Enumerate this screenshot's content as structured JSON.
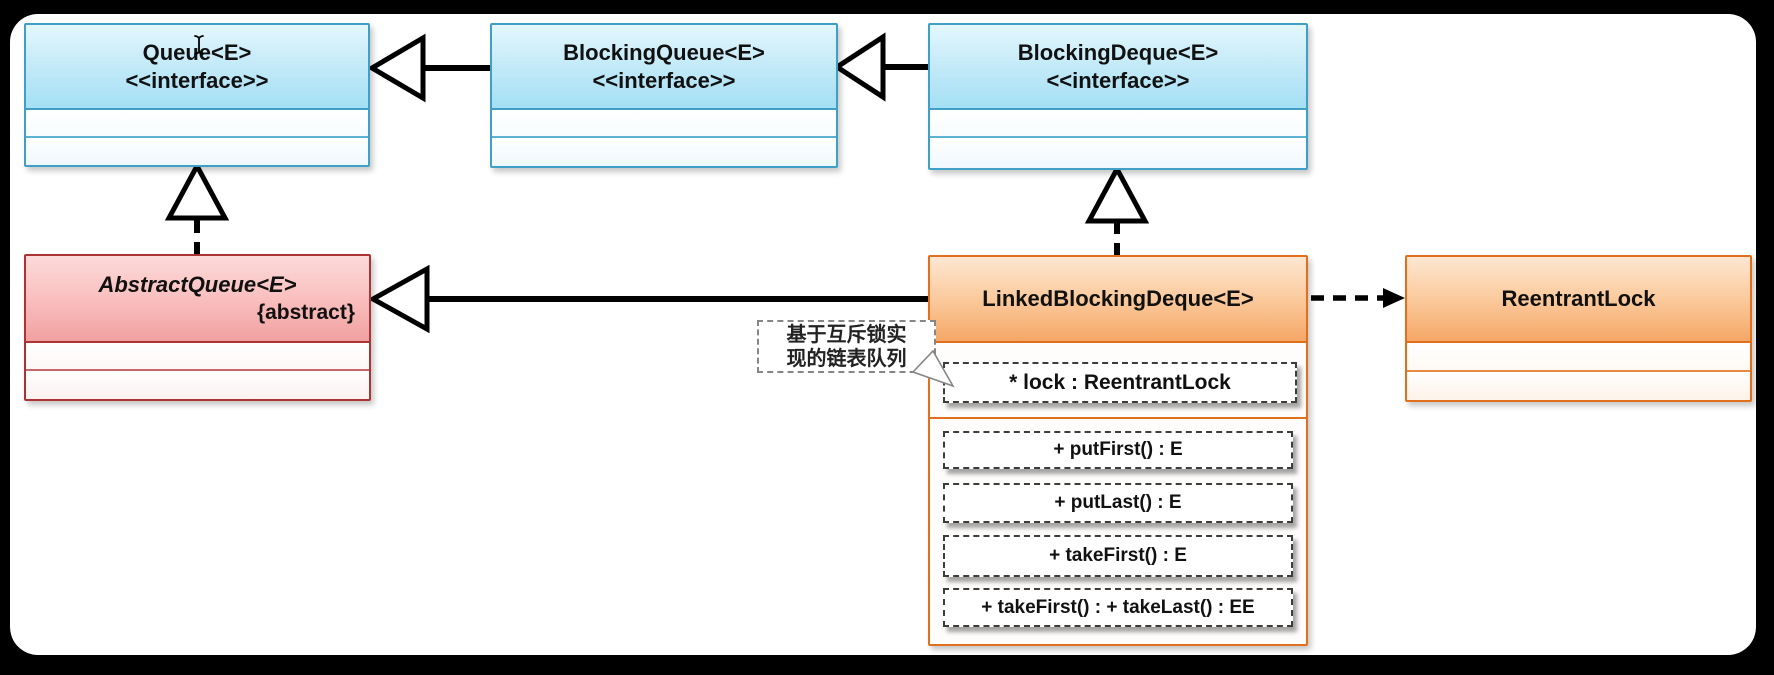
{
  "diagram": {
    "classes": {
      "queue": {
        "title": "Queue<E>",
        "stereotype": "<<interface>>"
      },
      "blocking_queue": {
        "title": "BlockingQueue<E>",
        "stereotype": "<<interface>>"
      },
      "blocking_deque": {
        "title": "BlockingDeque<E>",
        "stereotype": "<<interface>>"
      },
      "abstract_queue": {
        "title": "AbstractQueue<E>",
        "modifier": "{abstract}"
      },
      "linked_blocking_deque": {
        "title": "LinkedBlockingDeque<E>",
        "attributes": [
          "* lock : ReentrantLock"
        ],
        "methods": [
          "+ putFirst() : E",
          "+ putLast() : E",
          "+ takeFirst() : E",
          "+ takeFirst() : + takeLast() : EE"
        ]
      },
      "reentrant_lock": {
        "title": "ReentrantLock"
      }
    },
    "note": {
      "line1": "基于互斥锁实",
      "line2": "现的链表队列"
    },
    "relationships": [
      "BlockingQueue extends Queue (solid line, hollow triangle)",
      "BlockingDeque extends BlockingQueue (solid line, hollow triangle)",
      "AbstractQueue implements Queue (dashed line, hollow triangle)",
      "LinkedBlockingDeque implements BlockingDeque (dashed line, hollow triangle)",
      "LinkedBlockingDeque extends AbstractQueue (solid line, hollow triangle)",
      "LinkedBlockingDeque depends on ReentrantLock (dashed arrow)"
    ],
    "colors": {
      "interface_header_top": "#e4f7fd",
      "interface_header_bottom": "#a4dff4",
      "interface_border": "#3f9fc4",
      "abstract_header_top": "#fcdada",
      "abstract_header_bottom": "#f1a0a0",
      "abstract_border": "#ab3333",
      "class_header_top": "#fde7d2",
      "class_header_bottom": "#f5a766",
      "class_border": "#e0701e",
      "arrow": "#000000",
      "canvas": "#ffffff",
      "frame": "#000000"
    }
  }
}
